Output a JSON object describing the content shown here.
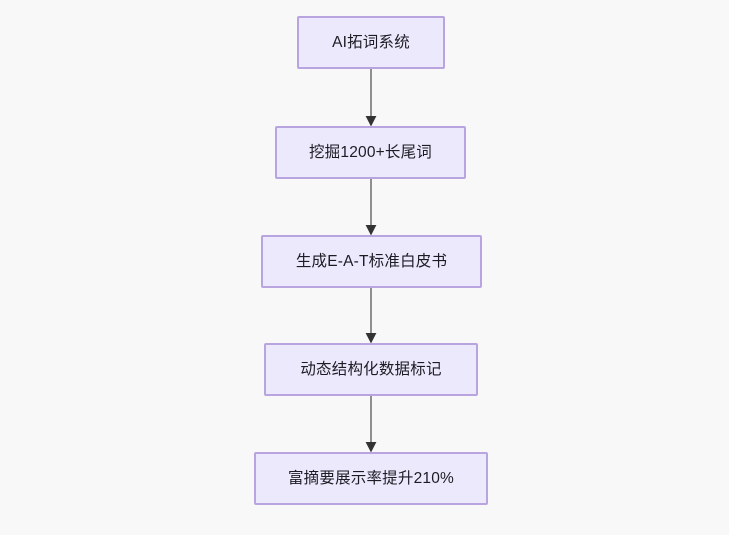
{
  "diagram": {
    "type": "flowchart",
    "orientation": "top-to-bottom",
    "background_color": "#f8f8f8",
    "node_fill_color": "#ece9fc",
    "node_border_color": "#b8a5e0",
    "node_text_color": "#1c1c24",
    "edge_color": "#8f8f8f",
    "arrowhead_color": "#333333",
    "nodes": [
      {
        "id": "node-1",
        "label": "AI拓词系统"
      },
      {
        "id": "node-2",
        "label": "挖掘1200+长尾词"
      },
      {
        "id": "node-3",
        "label": "生成E-A-T标准白皮书"
      },
      {
        "id": "node-4",
        "label": "动态结构化数据标记"
      },
      {
        "id": "node-5",
        "label": "富摘要展示率提升210%"
      }
    ],
    "edges": [
      {
        "id": "edge-1",
        "from": "node-1",
        "to": "node-2",
        "label": ""
      },
      {
        "id": "edge-2",
        "from": "node-2",
        "to": "node-3",
        "label": ""
      },
      {
        "id": "edge-3",
        "from": "node-3",
        "to": "node-4",
        "label": ""
      },
      {
        "id": "edge-4",
        "from": "node-4",
        "to": "node-5",
        "label": ""
      }
    ]
  }
}
